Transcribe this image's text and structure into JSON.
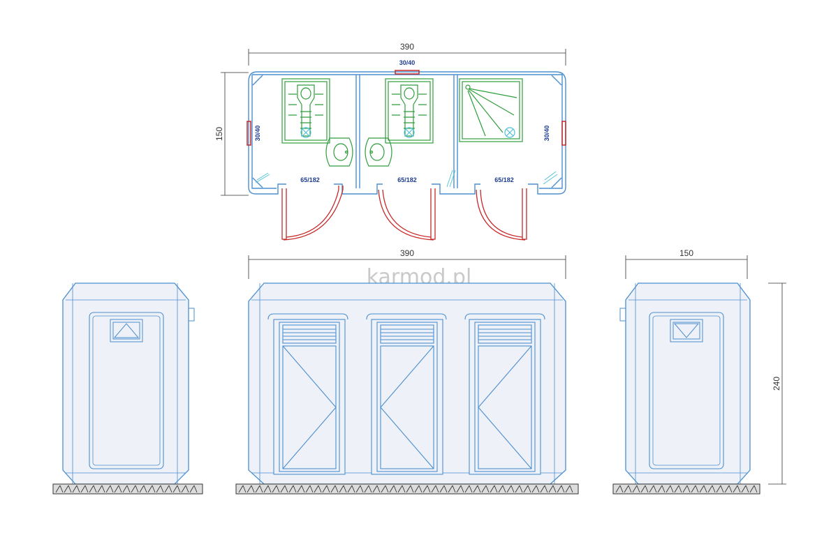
{
  "plan": {
    "width_label": "390",
    "depth_label": "150",
    "top_vent_label": "30/40",
    "left_vent_label": "30/40",
    "right_vent_label": "30/40",
    "door_labels": [
      "65/182",
      "65/182",
      "65/182"
    ]
  },
  "front_elevation": {
    "width_label": "390"
  },
  "side_elevation": {
    "width_label": "150",
    "height_label": "240"
  },
  "watermark": "karmod.pl",
  "colors": {
    "wall": "#4a8fd1",
    "fixture": "#2e9e3a",
    "door": "#c62828",
    "label": "#1f3c8f",
    "panel_fill": "#eef1f7"
  }
}
